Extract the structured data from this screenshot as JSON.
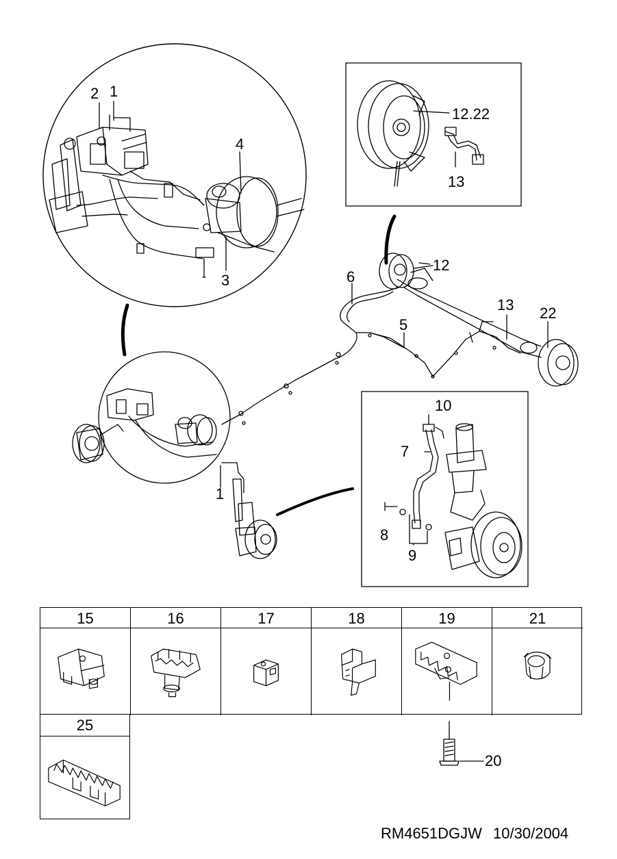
{
  "callouts": {
    "c2": "2",
    "c1_top": "1",
    "c4": "4",
    "c3": "3",
    "c12_22": "12.22",
    "c13_inset": "13",
    "c12": "12",
    "c6": "6",
    "c13": "13",
    "c22": "22",
    "c5": "5",
    "c10": "10",
    "c7": "7",
    "c1": "1",
    "c8": "8",
    "c9": "9",
    "c20": "20"
  },
  "clips": [
    {
      "label": "15",
      "icon": "clip-15-icon"
    },
    {
      "label": "16",
      "icon": "clip-16-icon"
    },
    {
      "label": "17",
      "icon": "clip-17-icon"
    },
    {
      "label": "18",
      "icon": "clip-18-icon"
    },
    {
      "label": "19",
      "icon": "clip-19-icon"
    },
    {
      "label": "21",
      "icon": "clip-21-icon"
    }
  ],
  "clip25": {
    "label": "25",
    "icon": "clip-25-icon"
  },
  "footer": {
    "code": "RM4651DGJW",
    "date": "10/30/2004"
  }
}
